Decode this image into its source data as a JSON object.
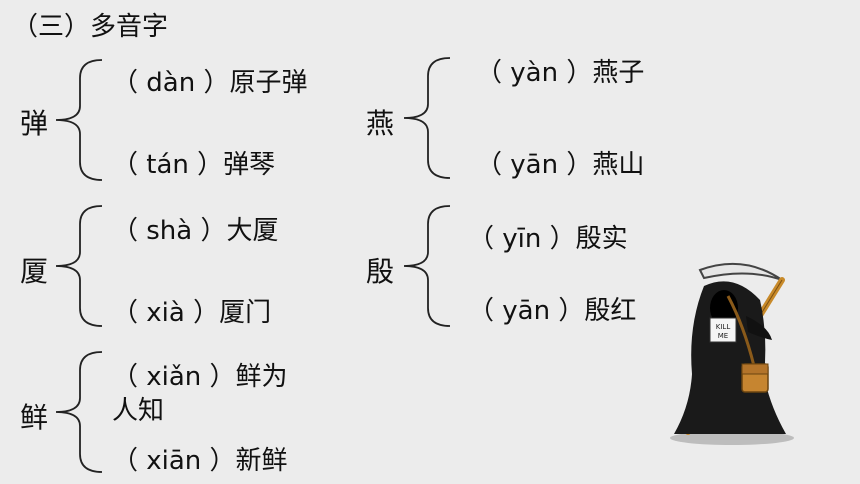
{
  "title": "（三）多音字",
  "groups": [
    {
      "char": "弹",
      "items": [
        "（ dàn ）原子弹",
        "（ tán  ）弹琴"
      ]
    },
    {
      "char": "厦",
      "items": [
        "（ shà  ）大厦",
        "（ xià  ）厦门"
      ]
    },
    {
      "char": "鲜",
      "items": [
        "（ xiǎn ）鲜为",
        "人知",
        "（ xiān ）新鲜"
      ]
    },
    {
      "char": "燕",
      "items": [
        "（ yàn  ）燕子",
        "（ yān  ）燕山"
      ]
    },
    {
      "char": "殷",
      "items": [
        "（ yīn  ）殷实",
        "（ yān ）殷红"
      ]
    }
  ],
  "illustration": {
    "sign_text": "KILL ME"
  }
}
